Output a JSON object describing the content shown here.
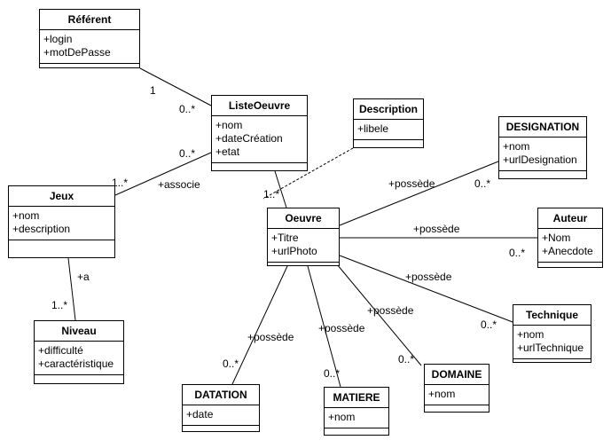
{
  "classes": {
    "referent": {
      "name": "Référent",
      "attrs": [
        "+login",
        "+motDePasse"
      ]
    },
    "listeoeuvre": {
      "name": "ListeOeuvre",
      "attrs": [
        "+nom",
        "+dateCréation",
        "+etat"
      ]
    },
    "description": {
      "name": "Description",
      "attrs": [
        "+libele"
      ]
    },
    "designation": {
      "name": "DESIGNATION",
      "attrs": [
        "+nom",
        "+urlDesignation"
      ]
    },
    "jeux": {
      "name": "Jeux",
      "attrs": [
        "+nom",
        "+description"
      ]
    },
    "oeuvre": {
      "name": "Oeuvre",
      "attrs": [
        "+Titre",
        "+urlPhoto"
      ]
    },
    "auteur": {
      "name": "Auteur",
      "attrs": [
        "+Nom",
        "+Anecdote"
      ]
    },
    "niveau": {
      "name": "Niveau",
      "attrs": [
        "+difficulté",
        "+caractéristique"
      ]
    },
    "technique": {
      "name": "Technique",
      "attrs": [
        "+nom",
        "+urlTechnique"
      ]
    },
    "domaine": {
      "name": "DOMAINE",
      "attrs": [
        "+nom"
      ]
    },
    "datation": {
      "name": "DATATION",
      "attrs": [
        "+date"
      ]
    },
    "matiere": {
      "name": "MATIERE",
      "attrs": [
        "+nom"
      ]
    }
  },
  "labels": {
    "ref_list_mult_ref": "1",
    "ref_list_mult_list": "0..*",
    "jeux_list_mult_list": "0..*",
    "jeux_list_mult_jeux": "1..*",
    "jeux_list_role": "+associe",
    "list_oeuvre_mult": "1..*",
    "desig_role": "+possède",
    "desig_mult": "0..*",
    "auteur_role": "+possède",
    "auteur_mult": "0..*",
    "technique_role": "+possède",
    "technique_mult": "0..*",
    "domaine_role": "+possède",
    "domaine_mult": "0..*",
    "matiere_role": "+possède",
    "matiere_mult": "0..*",
    "datation_role": "+possède",
    "datation_mult": "0..*",
    "jeux_niveau_role": "+a",
    "jeux_niveau_mult": "1..*"
  }
}
